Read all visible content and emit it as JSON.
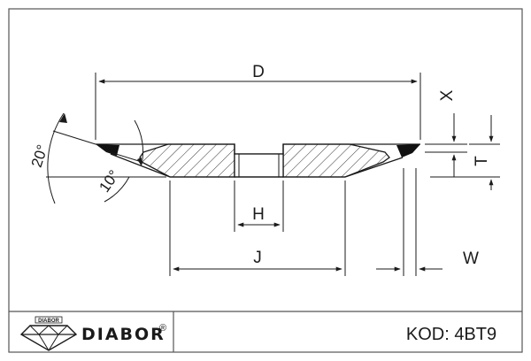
{
  "title_block": {
    "brand": "DIABOR",
    "registered_mark": "®",
    "logo_caption": "DIABOR",
    "logo_icon": "diamond-icon",
    "product_code": "KOD: 4BT9"
  },
  "dimensions": {
    "D": "D",
    "X": "X",
    "T": "T",
    "H": "H",
    "J": "J",
    "W": "W"
  },
  "angles": {
    "outer": "20°",
    "inner": "10°"
  },
  "colors": {
    "line": "#1a1a1a",
    "frame": "#555555",
    "hatch": "#333333",
    "abrasive": "#111111"
  }
}
